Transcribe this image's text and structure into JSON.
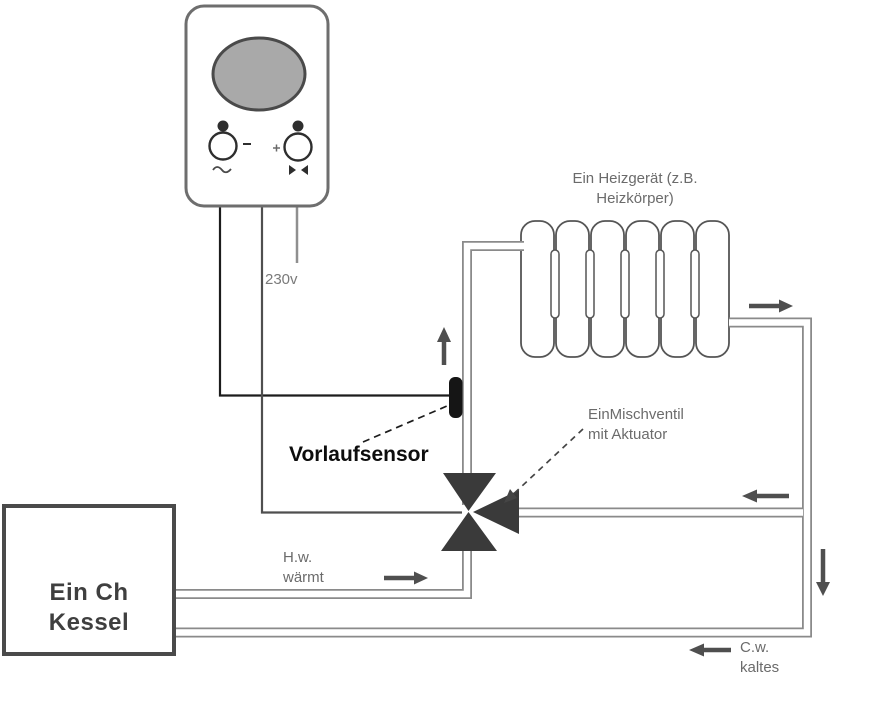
{
  "labels": {
    "heater": {
      "line1": "Ein Heizgerät (z.B.",
      "line2": "Heizkörper)"
    },
    "mixing_valve": {
      "line1": "EinMischventil",
      "line2": "mit Aktuator"
    },
    "flow_sensor": "Vorlaufsensor",
    "power": "230v",
    "hot_water": {
      "line1": "H.w.",
      "line2": "wärmt"
    },
    "cold_water": {
      "line1": "C.w.",
      "line2": "kaltes"
    },
    "boiler": {
      "line1": "Ein Ch",
      "line2": "Kessel"
    }
  },
  "colors": {
    "pipe_edge": "#8a8a8a",
    "outline": "#555555",
    "valve": "#3a3a3a",
    "arrow": "#4f4f4f",
    "sensor": "#151515",
    "dial": "#a9a9a9",
    "label_gray": "#6b6b6b",
    "label_dark": "#0d0d0d",
    "boiler_text": "#3f3f3f"
  }
}
